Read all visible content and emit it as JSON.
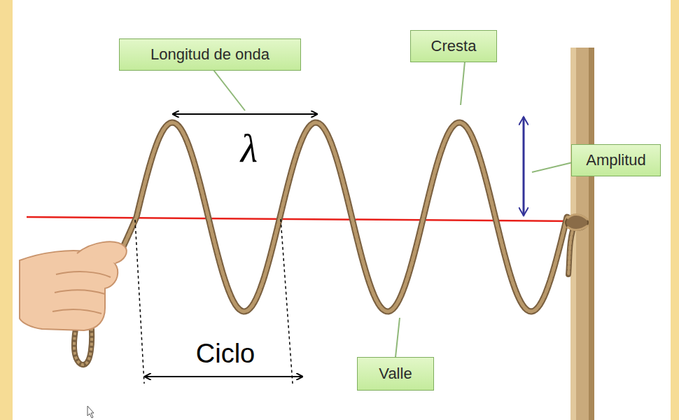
{
  "diagram": {
    "nodes": [
      {
        "text": [
          "Longitud de onda"
        ]
      },
      {
        "text": [
          "Cresta"
        ]
      },
      {
        "text": [
          "Amplitud"
        ]
      },
      {
        "text": [
          "Valle"
        ]
      }
    ],
    "labels": [
      "λ",
      "Ciclo"
    ]
  }
}
